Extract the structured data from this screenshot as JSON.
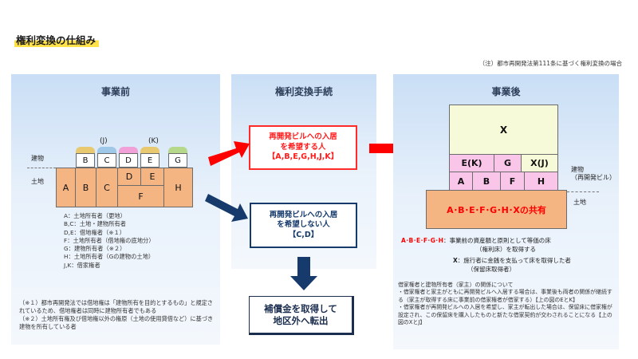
{
  "title": "権利変換の仕組み",
  "source_note": "（注）都市再開発法第111条に基づく権利変換の場合",
  "before": {
    "heading": "事業前",
    "label_building": "建物",
    "label_land": "土地",
    "upper_labels": {
      "j": "(J)",
      "k": "(K)"
    },
    "buildings": [
      "B",
      "C",
      "D",
      "E",
      "G"
    ],
    "land_cells": [
      "A",
      "B",
      "C",
      "D",
      "E",
      "F",
      "H"
    ],
    "legend": [
      "A：土地所有者（更地）",
      "B,C：土地・建物所有者",
      "D,E：借地権者（※１）",
      "F：土地所有者（借地権の底地分）",
      "G：建物所有者（※２）",
      "H：土地所有者（Gの建物の土地）",
      "J,K：借家権者"
    ],
    "footnotes": [
      "（※１）都市再開発法では借地権は「建物所有を目的とするもの」と規定されているため、借地権者は同時に建物所有者でもある",
      "（※２）土地所有権及び借地権以外の権原（土地の使用貸借など）に基づき建物を所有している者"
    ]
  },
  "procedure": {
    "heading": "権利変換手続",
    "wish_yes": [
      "再開発ビルへの入居",
      "を希望する人",
      "【A,B,E,G,H,J,K】"
    ],
    "wish_no": [
      "再開発ビルへの入居",
      "を希望しない人",
      "【C,D】"
    ],
    "result": [
      "補償金を取得して",
      "地区外へ転出"
    ]
  },
  "after": {
    "heading": "事業後",
    "top": "X",
    "row2": [
      "E(K)",
      "G",
      "X(J)"
    ],
    "row3": [
      "A",
      "B",
      "F",
      "H"
    ],
    "land": "A･B･E･F･G･H･Xの共有",
    "label_building": [
      "建物",
      "（再開発ビル）"
    ],
    "label_land": "土地",
    "desc1_key": "A･B･E･F･G･H",
    "desc1_text": "：事業前の資産額と原則として等価の床",
    "desc1_sub": "（権利床）を取得する",
    "desc2_key": "X",
    "desc2_text": "：施行者に金銭を支払って床を取得した者",
    "desc2_sub": "（保留床取得者）",
    "notes": [
      "借家権者と建物所有者（家主）の関係について",
      "・借家権者と家主がともに再開発ビルへ入居する場合は、事業後も両者の関係が継続する（家主が取得する床に事業前の借家権者が借家する）【上の図のEとK】",
      "・借家権者が再開発ビルへの入居を希望し、家主が転出した場合は、保留床に借家権が設定され、この保留床を購入したものと新たな借家契約が交わされることになる【上の図のXとJ】"
    ]
  },
  "colors": {
    "orange": "#f5b583",
    "pink": "#f9c6ea",
    "yellow_green": "#f6fad8",
    "red": "#ff0000",
    "navy": "#163a6b",
    "dark_navy": "#1b2e4f"
  }
}
